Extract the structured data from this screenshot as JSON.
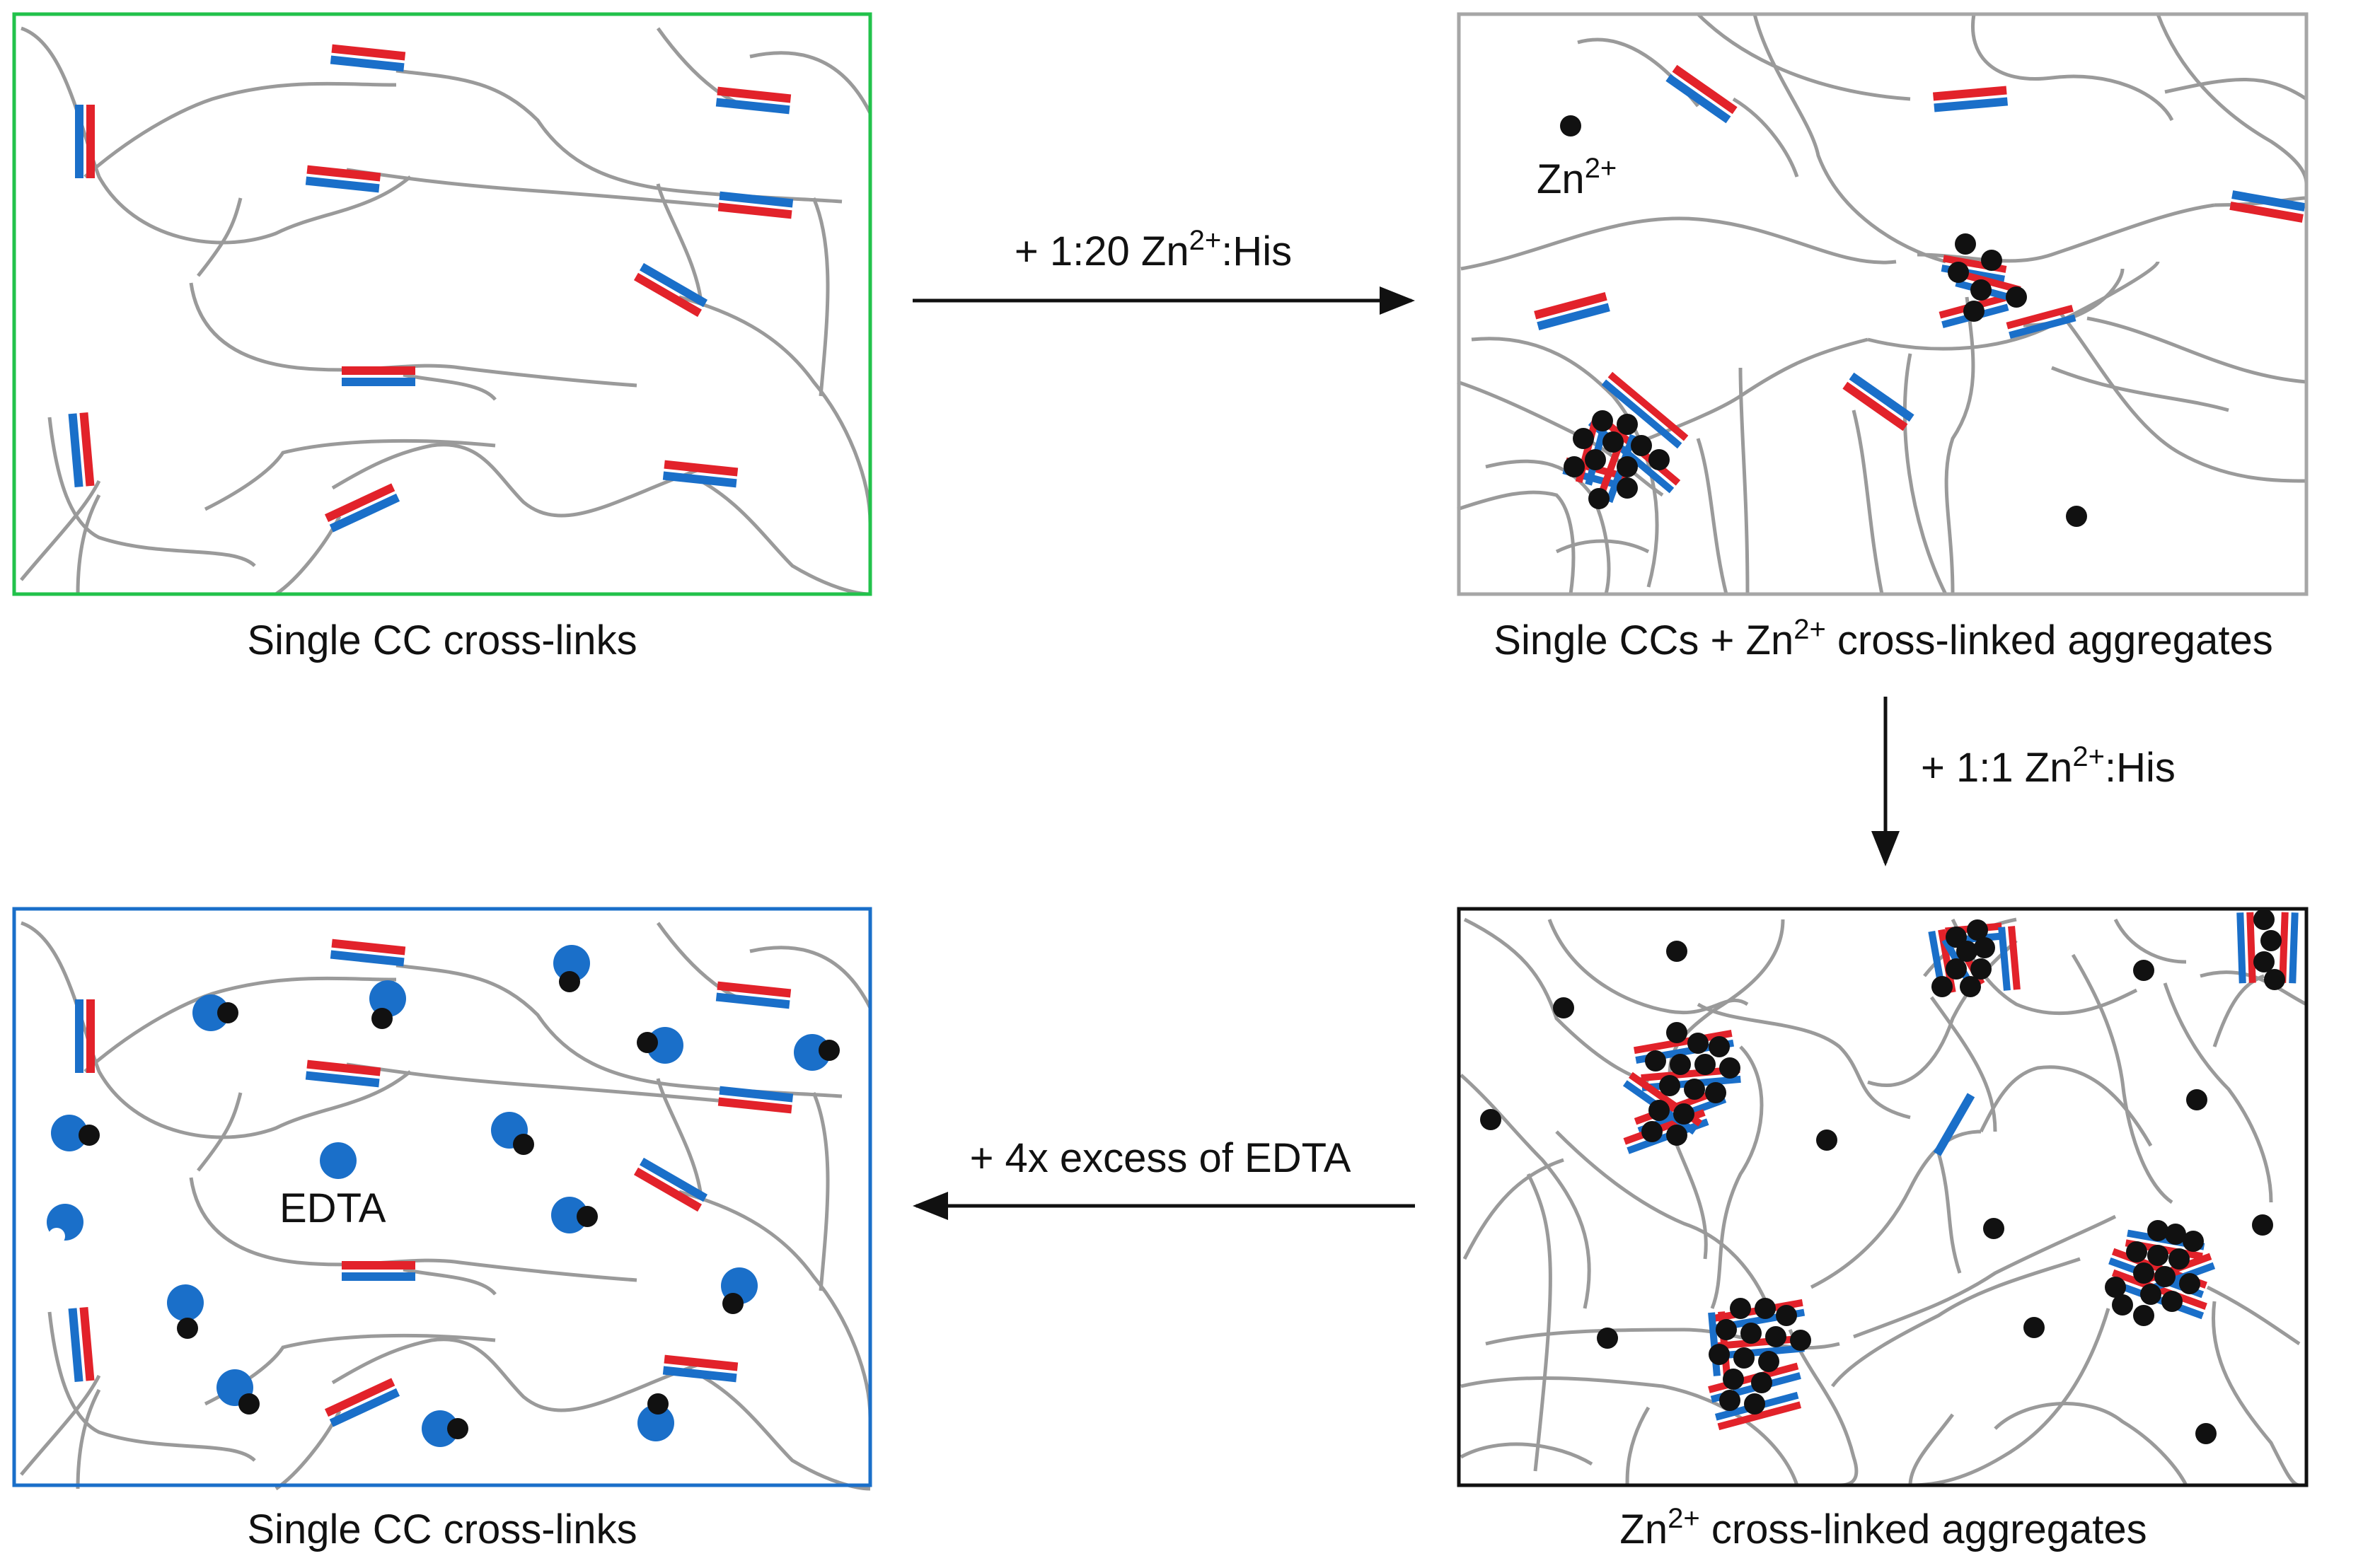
{
  "colors": {
    "chain": "#9a9a9a",
    "red": "#e2222a",
    "blue": "#1a6fc9",
    "zinc": "#111111",
    "edta": "#1a6fc9",
    "frame_initial": "#22c24b",
    "frame_intermediate": "#a6a6a6",
    "frame_aggregated": "#111111",
    "frame_recovered": "#1a6fc9"
  },
  "panels": {
    "initial": {
      "caption": "Single CC cross-links",
      "crosslink_style": "red-blue coiled-coil pairs"
    },
    "intermediate": {
      "caption_pre": "Single CCs + Zn",
      "caption_sup": "2+",
      "caption_post": " cross-linked aggregates",
      "zn_label": "Zn",
      "zn_sup": "2+"
    },
    "aggregated": {
      "caption": "cross-linked aggregates",
      "caption_pre": "Zn",
      "caption_sup": "2+"
    },
    "recovered": {
      "caption": "Single CC cross-links",
      "edta_label": "EDTA"
    }
  },
  "arrows": {
    "step1": {
      "pre": "+ 1:20 Zn",
      "sup": "2+",
      "post": ":His",
      "direction": "right"
    },
    "step2": {
      "pre": "+ 1:1 Zn",
      "sup": "2+",
      "post": ":His",
      "direction": "down"
    },
    "step3": {
      "text": "+ 4x excess of EDTA",
      "direction": "left"
    }
  }
}
